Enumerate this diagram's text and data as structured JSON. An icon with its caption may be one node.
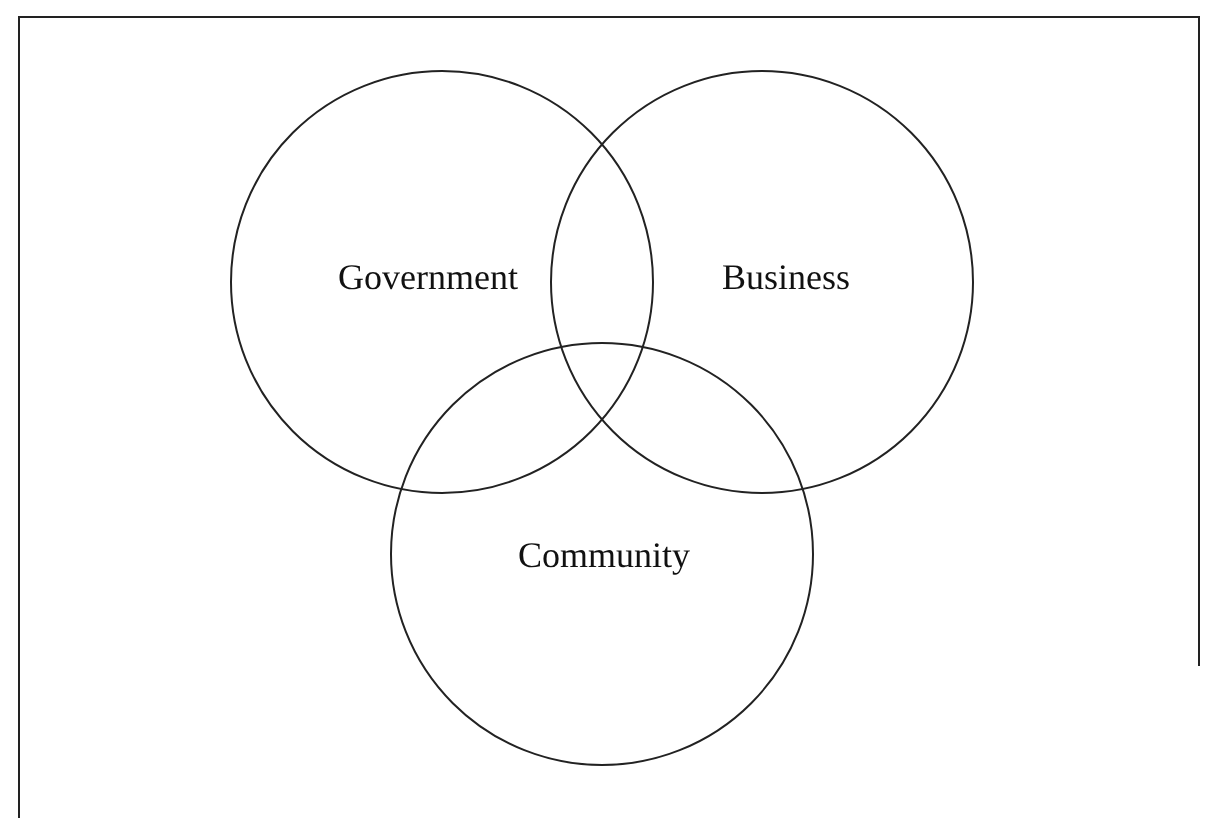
{
  "diagram": {
    "nodes": [
      {
        "text": [
          "Government"
        ]
      },
      {
        "text": [
          "Business"
        ]
      },
      {
        "text": [
          "Community"
        ]
      }
    ],
    "edges": []
  }
}
